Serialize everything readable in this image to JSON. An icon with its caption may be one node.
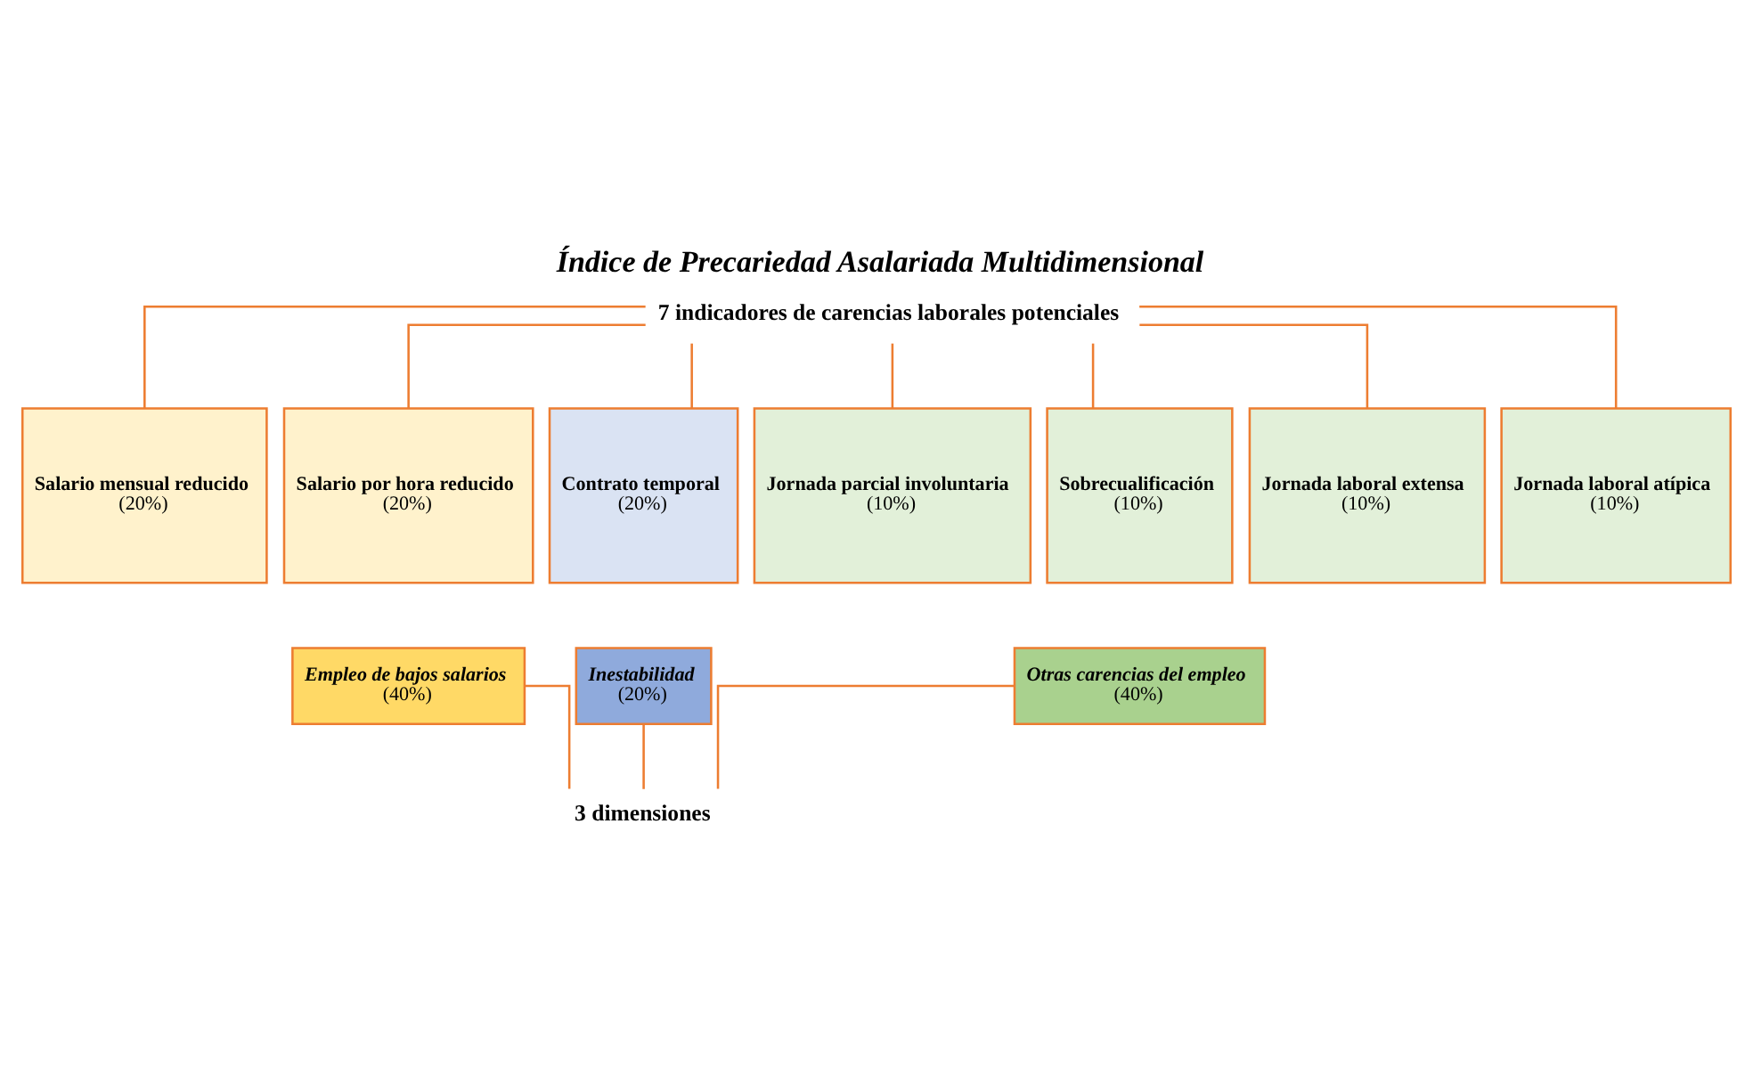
{
  "diagram": {
    "title": "Índice de Precariedad Asalariada Multidimensional",
    "nodes": [
      {
        "text": [
          "7 indicadores de carencias laborales potenciales"
        ]
      },
      {
        "text": [
          "Salario mensual reducido",
          "(20%)"
        ]
      },
      {
        "text": [
          "Salario por hora reducido",
          "(20%)"
        ]
      },
      {
        "text": [
          "Contrato temporal",
          "(20%)"
        ]
      },
      {
        "text": [
          "Jornada parcial involuntaria",
          "(10%)"
        ]
      },
      {
        "text": [
          "Sobrecualificación",
          "(10%)"
        ]
      },
      {
        "text": [
          "Jornada laboral extensa",
          "(10%)"
        ]
      },
      {
        "text": [
          "Jornada laboral atípica",
          "(10%)"
        ]
      },
      {
        "text": [
          "Empleo de bajos salarios",
          "(40%)"
        ]
      },
      {
        "text": [
          "Inestabilidad",
          "(20%)"
        ]
      },
      {
        "text": [
          "Otras carencias del empleo",
          "(40%)"
        ]
      },
      {
        "text": [
          "3 dimensiones"
        ]
      }
    ],
    "edges": [
      {
        "from": 0,
        "to": 1,
        "arrow": "none"
      },
      {
        "from": 0,
        "to": 2,
        "arrow": "none"
      },
      {
        "from": 0,
        "to": 3,
        "arrow": "none"
      },
      {
        "from": 0,
        "to": 4,
        "arrow": "none"
      },
      {
        "from": 0,
        "to": 5,
        "arrow": "none"
      },
      {
        "from": 0,
        "to": 6,
        "arrow": "none"
      },
      {
        "from": 0,
        "to": 7,
        "arrow": "none"
      },
      {
        "from": 8,
        "to": 11,
        "arrow": "none"
      },
      {
        "from": 9,
        "to": 11,
        "arrow": "none"
      },
      {
        "from": 10,
        "to": 11,
        "arrow": "none"
      }
    ]
  }
}
